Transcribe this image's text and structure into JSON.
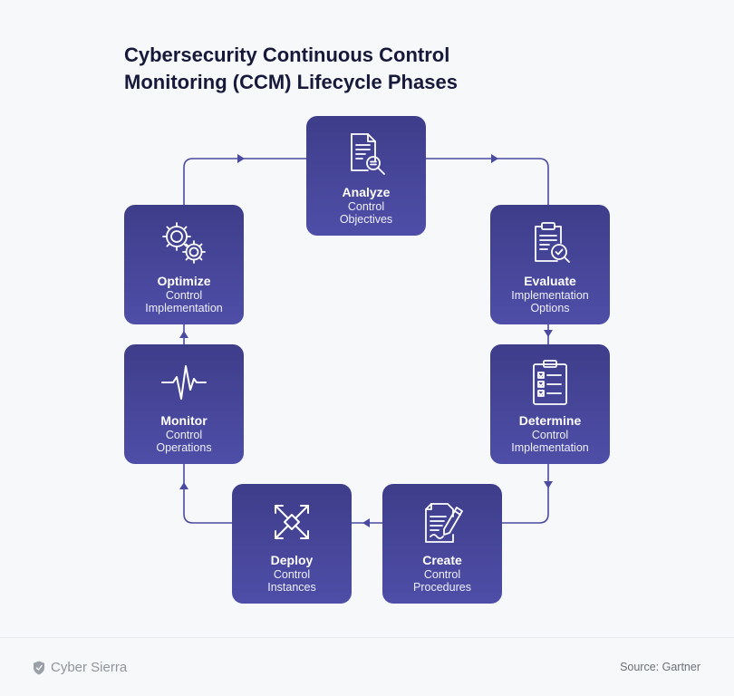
{
  "title": {
    "line1": "Cybersecurity Continuous Control",
    "line2": "Monitoring (CCM) Lifecycle Phases"
  },
  "colors": {
    "card": "#4a4aa0",
    "connector": "#4a4aa0",
    "title": "#17193a",
    "background": "#f7f8fa"
  },
  "phases": [
    {
      "name": "Analyze",
      "line1": "Control",
      "line2": "Objectives",
      "icon": "document-search-icon"
    },
    {
      "name": "Evaluate",
      "line1": "Implementation",
      "line2": "Options",
      "icon": "clipboard-check-icon"
    },
    {
      "name": "Determine",
      "line1": "Control",
      "line2": "Implementation",
      "icon": "checklist-icon"
    },
    {
      "name": "Create",
      "line1": "Control",
      "line2": "Procedures",
      "icon": "document-pen-icon"
    },
    {
      "name": "Deploy",
      "line1": "Control",
      "line2": "Instances",
      "icon": "expand-arrows-icon"
    },
    {
      "name": "Monitor",
      "line1": "Control",
      "line2": "Operations",
      "icon": "pulse-icon"
    },
    {
      "name": "Optimize",
      "line1": "Control",
      "line2": "Implementation",
      "icon": "gears-icon"
    }
  ],
  "footer": {
    "brand": "Cyber Sierra",
    "brand_icon": "shield-icon",
    "source": "Source: Gartner"
  }
}
